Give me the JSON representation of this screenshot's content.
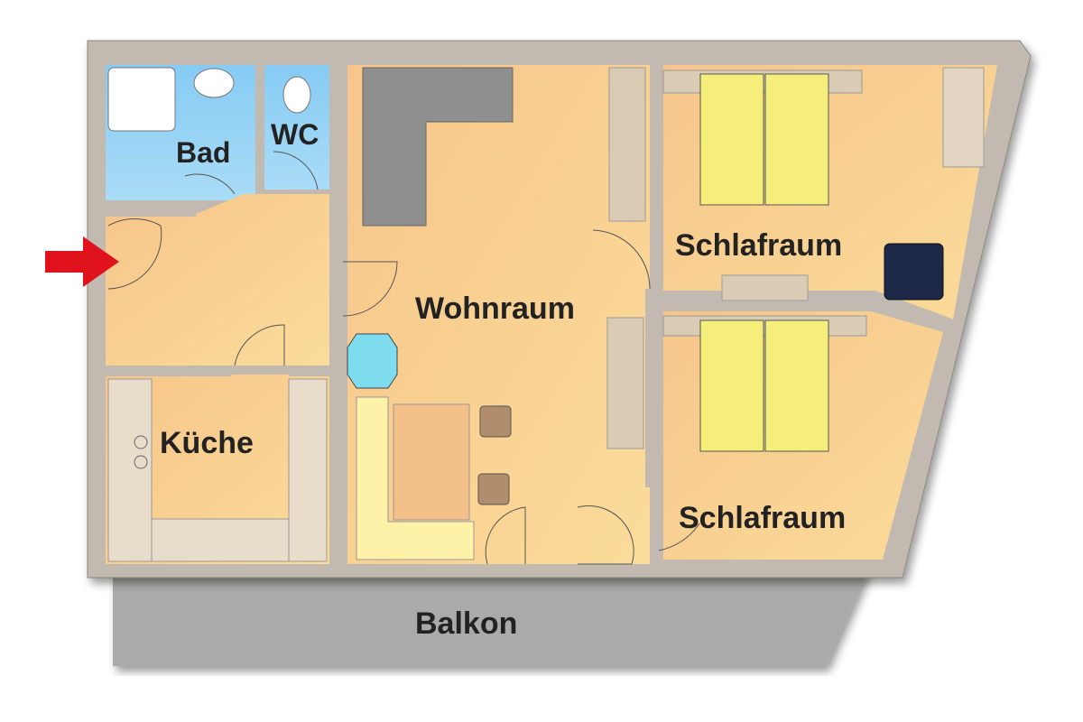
{
  "rooms": {
    "bad": "Bad",
    "wc": "WC",
    "wohnraum": "Wohnraum",
    "schlafraum1": "Schlafraum",
    "schlafraum2": "Schlafraum",
    "kueche": "Küche",
    "balkon": "Balkon"
  },
  "colors": {
    "wall": "#c2bab0",
    "floor": "#f7c98e",
    "wet": "#8fd0f5",
    "balcony": "#a9a9a9",
    "arrow": "#e0121b",
    "bed": "#f5ee7a"
  }
}
